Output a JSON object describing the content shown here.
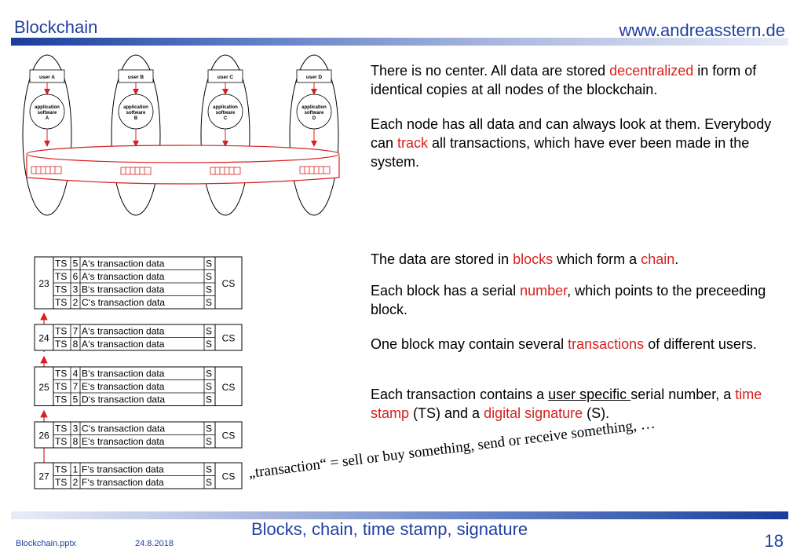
{
  "header": {
    "title": "Blockchain",
    "url": "www.andreasstern.de"
  },
  "network": {
    "nodes": [
      {
        "user": "user A",
        "app": [
          "application",
          "software",
          "A"
        ]
      },
      {
        "user": "user B",
        "app": [
          "application",
          "software",
          "B"
        ]
      },
      {
        "user": "user C",
        "app": [
          "application",
          "software",
          "C"
        ]
      },
      {
        "user": "user D",
        "app": [
          "application",
          "software",
          "D"
        ]
      }
    ]
  },
  "text": {
    "p1": {
      "a": "There is no center. All data are stored ",
      "b": "decentralized",
      "c": " in form of identical copies at all nodes of the blockchain."
    },
    "p2": {
      "a": "Each node has all data and can always look at them. Everybody can ",
      "b": "track",
      "c": " all transactions, which have ever been made in the system."
    },
    "p3": {
      "a": "The data are stored in ",
      "b": "blocks",
      "c": " which form a ",
      "d": "chain",
      "e": "."
    },
    "p4": {
      "a": "Each block has a serial ",
      "b": "number",
      "c": ", which points to the preceeding block."
    },
    "p5": {
      "a": "One block may contain several ",
      "b": "transactions",
      "c": " of different users."
    },
    "p6": {
      "a": "Each transaction contains a ",
      "b": "user specific ",
      "c": "serial number, a ",
      "d": "time stamp",
      "e": " (TS) and a ",
      "f": "digital signature",
      "g": " (S)."
    }
  },
  "quote": "„transaction“ = sell or buy something, send or receive something, …",
  "blocks": [
    {
      "number": "23",
      "cs": "CS",
      "rows": [
        {
          "ts": "TS",
          "n": "5",
          "data": "A‘s transaction data",
          "s": "S"
        },
        {
          "ts": "TS",
          "n": "6",
          "data": "A‘s transaction data",
          "s": "S"
        },
        {
          "ts": "TS",
          "n": "3",
          "data": "B‘s transaction data",
          "s": "S"
        },
        {
          "ts": "TS",
          "n": "2",
          "data": "C‘s transaction data",
          "s": "S"
        }
      ]
    },
    {
      "number": "24",
      "cs": "CS",
      "rows": [
        {
          "ts": "TS",
          "n": "7",
          "data": "A‘s transaction data",
          "s": "S"
        },
        {
          "ts": "TS",
          "n": "8",
          "data": "A‘s transaction data",
          "s": "S"
        }
      ]
    },
    {
      "number": "25",
      "cs": "CS",
      "rows": [
        {
          "ts": "TS",
          "n": "4",
          "data": "B‘s transaction data",
          "s": "S"
        },
        {
          "ts": "TS",
          "n": "7",
          "data": "E‘s transaction data",
          "s": "S"
        },
        {
          "ts": "TS",
          "n": "5",
          "data": "D‘s transaction data",
          "s": "S"
        }
      ]
    },
    {
      "number": "26",
      "cs": "CS",
      "rows": [
        {
          "ts": "TS",
          "n": "3",
          "data": "C‘s transaction data",
          "s": "S"
        },
        {
          "ts": "TS",
          "n": "8",
          "data": "E‘s transaction data",
          "s": "S"
        }
      ]
    },
    {
      "number": "27",
      "cs": "CS",
      "rows": [
        {
          "ts": "TS",
          "n": "1",
          "data": "F‘s transaction data",
          "s": "S"
        },
        {
          "ts": "TS",
          "n": "2",
          "data": "F‘s transaction data",
          "s": "S"
        }
      ]
    }
  ],
  "footer": {
    "title": "Blocks, chain, time stamp, signature",
    "file": "Blockchain.pptx",
    "date": "24.8.2018",
    "page": "18"
  },
  "colors": {
    "accent": "#1f3fa0",
    "highlight": "#d81f1f"
  }
}
